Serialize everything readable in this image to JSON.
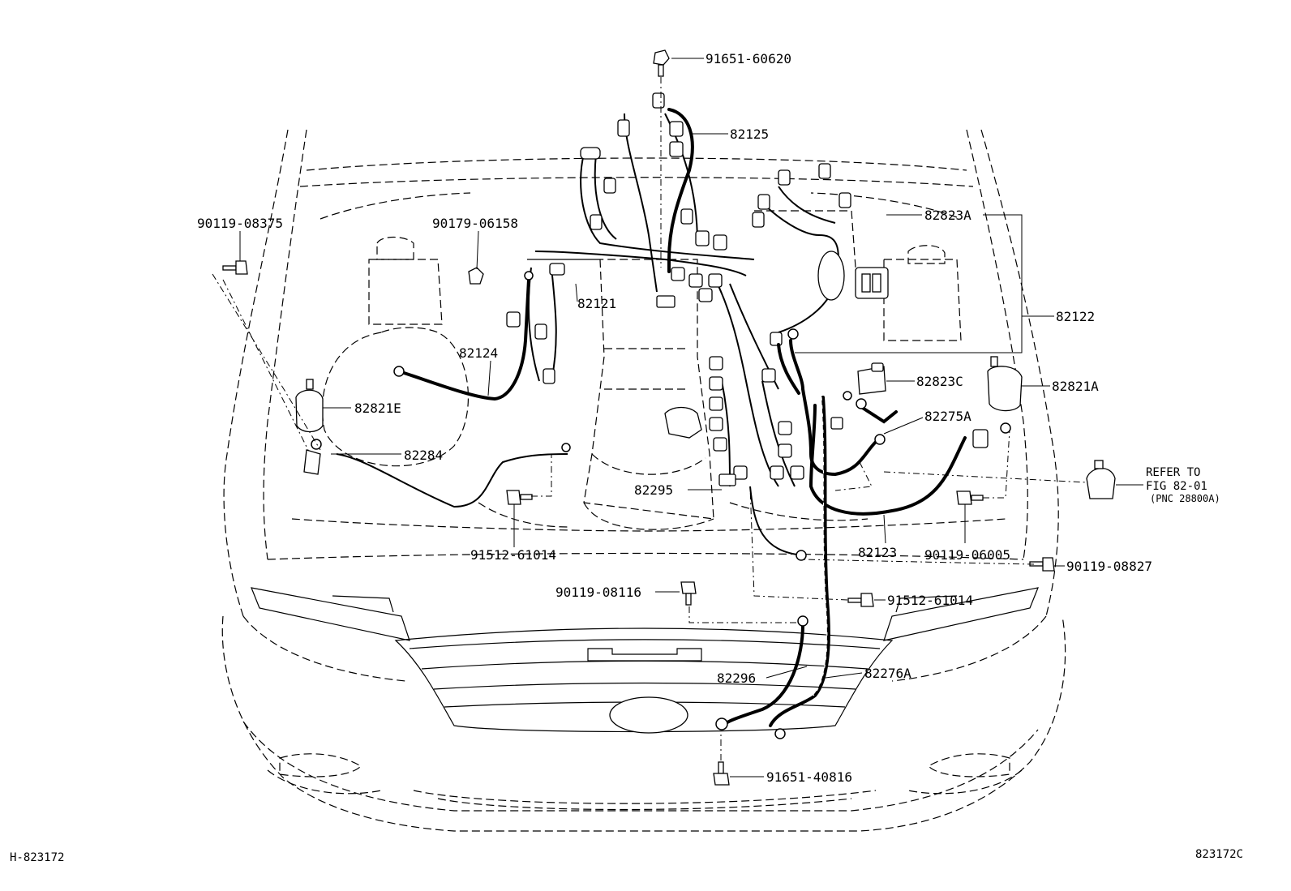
{
  "diagram": {
    "drawing_id_left": "H-823172",
    "drawing_id_right": "823172C",
    "refer_note": {
      "line1": "REFER TO",
      "line2": "FIG 82-01",
      "line3": "(PNC 28800A)"
    },
    "labels": {
      "p91651_60620": "91651-60620",
      "p82125": "82125",
      "p90119_08375": "90119-08375",
      "p90179_06158": "90179-06158",
      "p82823A": "82823A",
      "p82122": "82122",
      "p82121": "82121",
      "p82124": "82124",
      "p82823C": "82823C",
      "p82821A": "82821A",
      "p82821E": "82821E",
      "p82275A": "82275A",
      "p82284": "82284",
      "p82295": "82295",
      "p91512_61014_a": "91512-61014",
      "p82123": "82123",
      "p90119_06005": "90119-06005",
      "p90119_08827": "90119-08827",
      "p90119_08116": "90119-08116",
      "p91512_61014_b": "91512-61014",
      "p82296": "82296",
      "p82276A": "82276A",
      "p91651_40816": "91651-40816"
    }
  }
}
